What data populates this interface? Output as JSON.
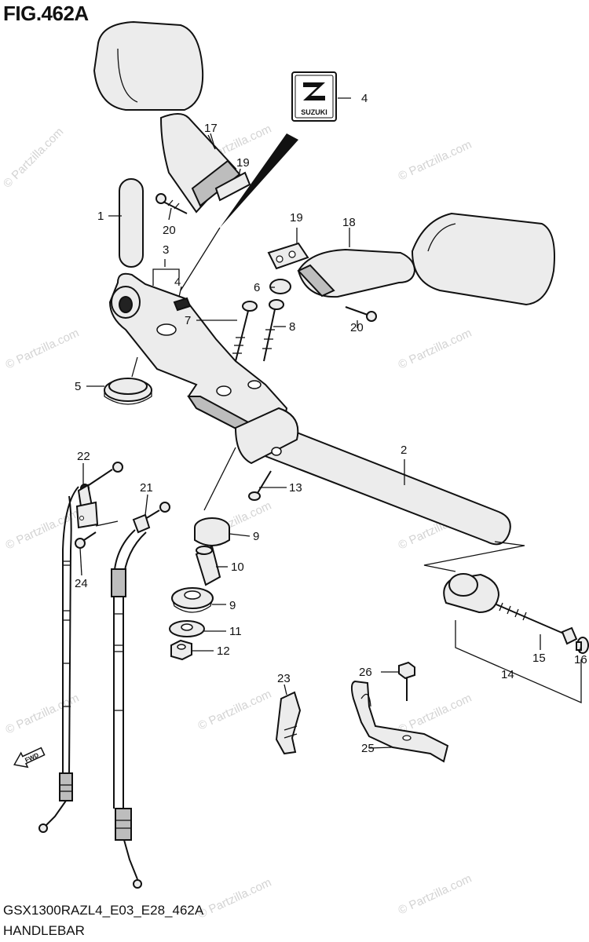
{
  "figure": {
    "title": "FIG.462A",
    "code": "GSX1300RAZL4_E03_E28_462A",
    "name": "HANDLEBAR"
  },
  "watermark": {
    "text": "© Partzilla.com"
  },
  "logo_text": "SUZUKI",
  "direction_label": "FWD",
  "callouts": [
    {
      "id": "c1",
      "label": "1"
    },
    {
      "id": "c2",
      "label": "2"
    },
    {
      "id": "c3",
      "label": "3"
    },
    {
      "id": "c4a",
      "label": "4"
    },
    {
      "id": "c4b",
      "label": "4"
    },
    {
      "id": "c5",
      "label": "5"
    },
    {
      "id": "c6",
      "label": "6"
    },
    {
      "id": "c7",
      "label": "7"
    },
    {
      "id": "c8",
      "label": "8"
    },
    {
      "id": "c9a",
      "label": "9"
    },
    {
      "id": "c9b",
      "label": "9"
    },
    {
      "id": "c10",
      "label": "10"
    },
    {
      "id": "c11",
      "label": "11"
    },
    {
      "id": "c12",
      "label": "12"
    },
    {
      "id": "c13",
      "label": "13"
    },
    {
      "id": "c14",
      "label": "14"
    },
    {
      "id": "c15",
      "label": "15"
    },
    {
      "id": "c16",
      "label": "16"
    },
    {
      "id": "c17",
      "label": "17"
    },
    {
      "id": "c18",
      "label": "18"
    },
    {
      "id": "c19a",
      "label": "19"
    },
    {
      "id": "c19b",
      "label": "19"
    },
    {
      "id": "c20a",
      "label": "20"
    },
    {
      "id": "c20b",
      "label": "20"
    },
    {
      "id": "c21",
      "label": "21"
    },
    {
      "id": "c22",
      "label": "22"
    },
    {
      "id": "c23",
      "label": "23"
    },
    {
      "id": "c24",
      "label": "24"
    },
    {
      "id": "c25",
      "label": "25"
    },
    {
      "id": "c26",
      "label": "26"
    }
  ]
}
